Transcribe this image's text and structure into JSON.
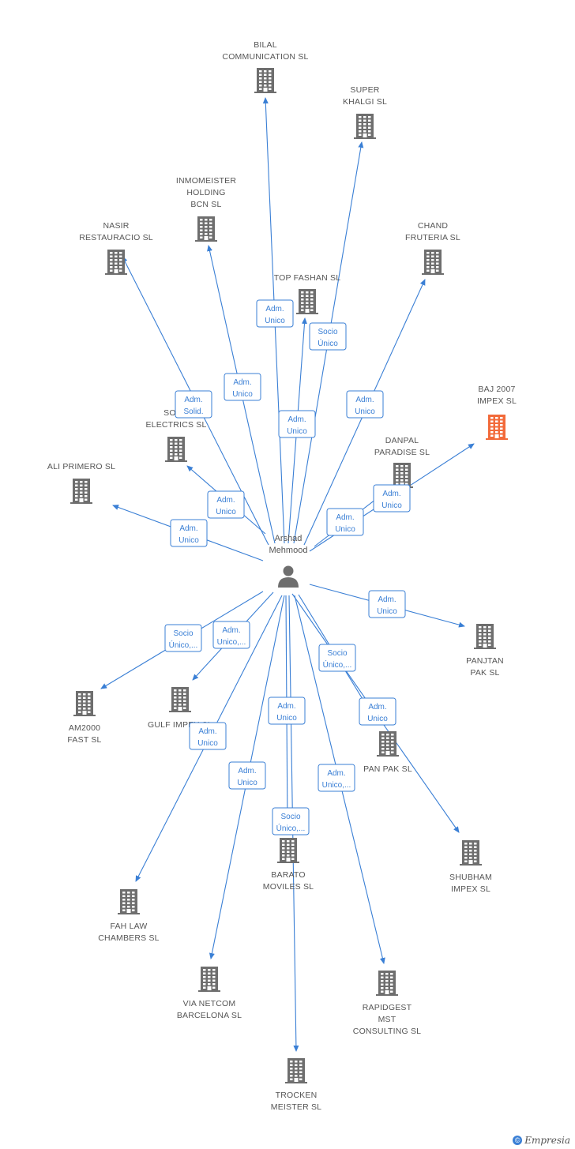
{
  "person": {
    "name_lines": [
      "Arshad",
      "Mehmood"
    ]
  },
  "colors": {
    "edge": "#3a7fd5",
    "building": "#6e6e6e",
    "highlight": "#f26a3a"
  },
  "companies": [
    {
      "id": "bilal",
      "lines": [
        "BILAL",
        "COMMUNICATION SL"
      ]
    },
    {
      "id": "super",
      "lines": [
        "SUPER",
        "KHALGI SL"
      ]
    },
    {
      "id": "inmomeister",
      "lines": [
        "INMOMEISTER",
        "HOLDING",
        "BCN SL"
      ]
    },
    {
      "id": "nasir",
      "lines": [
        "NASIR",
        "RESTAURACIO SL"
      ]
    },
    {
      "id": "chand",
      "lines": [
        "CHAND",
        "FRUTERIA SL"
      ]
    },
    {
      "id": "topfashan",
      "lines": [
        "TOP FASHAN SL"
      ]
    },
    {
      "id": "baj",
      "lines": [
        "BAJ 2007",
        "IMPEX SL"
      ],
      "highlight": true
    },
    {
      "id": "soho",
      "lines": [
        "SOHO",
        "ELECTRICS SL"
      ]
    },
    {
      "id": "danpal",
      "lines": [
        "DANPAL",
        "PARADISE SL"
      ]
    },
    {
      "id": "aliprimero",
      "lines": [
        "ALI PRIMERO SL"
      ]
    },
    {
      "id": "panjtan",
      "lines": [
        "PANJTAN",
        "PAK SL"
      ]
    },
    {
      "id": "am2000",
      "lines": [
        "AM2000",
        "FAST  SL"
      ]
    },
    {
      "id": "gulf",
      "lines": [
        "GULF IMPEX SL"
      ]
    },
    {
      "id": "panpak",
      "lines": [
        "PAN PAK SL"
      ]
    },
    {
      "id": "shubham",
      "lines": [
        "SHUBHAM",
        "IMPEX SL"
      ]
    },
    {
      "id": "barato",
      "lines": [
        "BARATO",
        "MOVILES SL"
      ]
    },
    {
      "id": "fahlaw",
      "lines": [
        "FAH LAW",
        "CHAMBERS SL"
      ]
    },
    {
      "id": "vianetcom",
      "lines": [
        "VIA NETCOM",
        "BARCELONA SL"
      ]
    },
    {
      "id": "rapidgest",
      "lines": [
        "RAPIDGEST",
        "MST",
        "CONSULTING SL"
      ]
    },
    {
      "id": "trocken",
      "lines": [
        "TROCKEN",
        "MEISTER SL"
      ]
    }
  ],
  "roles": [
    {
      "target": "bilal",
      "lines": [
        "Adm.",
        "Unico"
      ]
    },
    {
      "target": "super",
      "lines": [
        "Socio",
        "Único"
      ]
    },
    {
      "target": "inmomeister",
      "lines": [
        "Adm.",
        "Unico"
      ]
    },
    {
      "target": "nasir",
      "lines": [
        "Adm.",
        "Solid."
      ]
    },
    {
      "target": "chand",
      "lines": [
        "Adm.",
        "Unico"
      ]
    },
    {
      "target": "topfashan",
      "lines": [
        "Adm.",
        "Unico"
      ]
    },
    {
      "target": "baj",
      "lines": [
        "Adm.",
        "Unico"
      ]
    },
    {
      "target": "soho",
      "lines": [
        "Adm.",
        "Unico"
      ]
    },
    {
      "target": "danpal",
      "lines": [
        "Adm.",
        "Unico"
      ]
    },
    {
      "target": "aliprimero",
      "lines": [
        "Adm.",
        "Unico"
      ]
    },
    {
      "target": "panjtan",
      "lines": [
        "Adm.",
        "Unico"
      ]
    },
    {
      "target": "am2000",
      "lines": [
        "Socio",
        "Único,..."
      ]
    },
    {
      "target": "gulf",
      "lines": [
        "Adm.",
        "Unico,..."
      ]
    },
    {
      "target": "panpak",
      "lines": [
        "Socio",
        "Único,..."
      ]
    },
    {
      "target": "shubham",
      "lines": [
        "Adm.",
        "Unico"
      ]
    },
    {
      "target": "barato",
      "lines": [
        "Adm.",
        "Unico"
      ]
    },
    {
      "target": "fahlaw",
      "lines": [
        "Adm.",
        "Unico"
      ]
    },
    {
      "target": "vianetcom",
      "lines": [
        "Adm.",
        "Unico"
      ]
    },
    {
      "target": "rapidgest",
      "lines": [
        "Adm.",
        "Unico,..."
      ]
    },
    {
      "target": "trocken",
      "lines": [
        "Socio",
        "Único,..."
      ]
    }
  ],
  "footer": {
    "copyright_symbol": "©",
    "brand": "Empresia"
  }
}
